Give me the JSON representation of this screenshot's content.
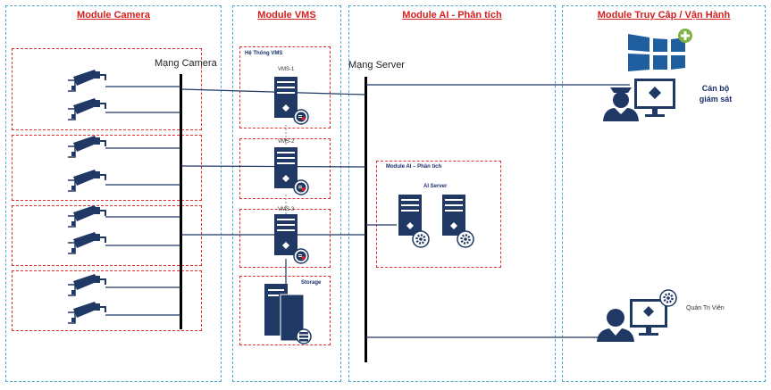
{
  "modules": {
    "camera": "Module Camera",
    "vms": "Module VMS",
    "ai": "Module AI - Phân tích",
    "access": "Module Truy Cập / Vận Hành"
  },
  "labels": {
    "camera_net": "Mạng Camera",
    "server_net": "Mạng Server",
    "vms_system": "Hệ Thống VMS",
    "vms1": "VMS-1",
    "vms2": "VMS-2",
    "vms3": "VMS-3",
    "storage": "Storage",
    "ai_module": "Module AI – Phân tích",
    "ai_server": "AI Server",
    "supervisor_line1": "Cán bộ",
    "supervisor_line2": "giám sát",
    "admin": "Quản Trị Viên"
  },
  "colors": {
    "module_border": "#4aa8d4",
    "group_border": "#e03030",
    "title": "#d42020",
    "device": "#1f3864",
    "wire": "#1f3864"
  },
  "icons": [
    "cctv-camera-icon",
    "server-icon",
    "video-wall-icon",
    "security-officer-icon",
    "monitor-icon",
    "admin-user-icon",
    "gear-icon",
    "storage-icon"
  ]
}
